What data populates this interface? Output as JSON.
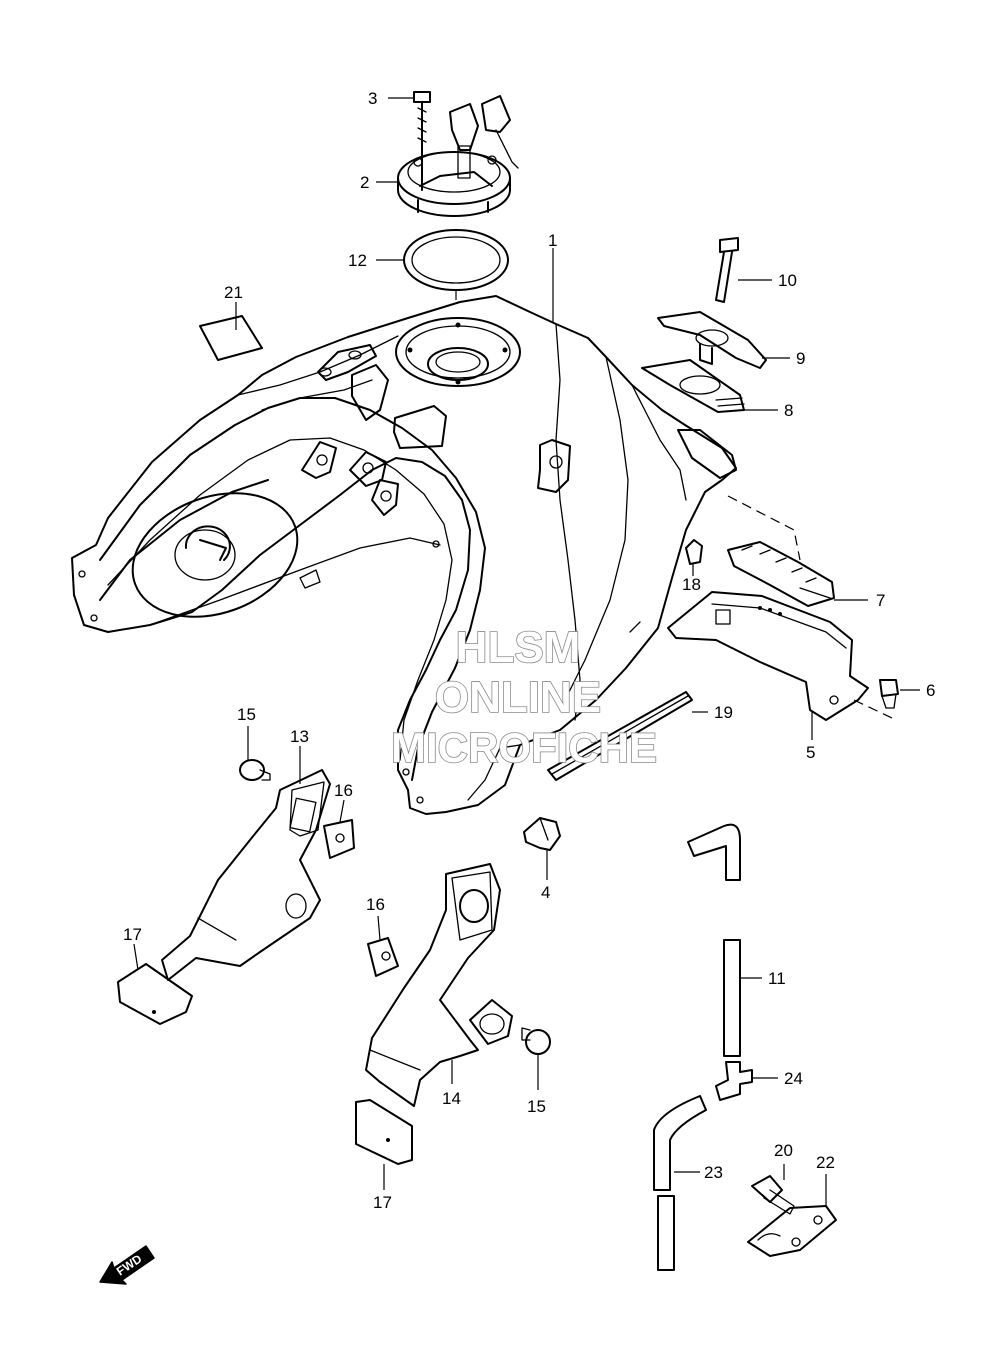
{
  "callouts": [
    {
      "label": "1"
    },
    {
      "label": "2"
    },
    {
      "label": "3"
    },
    {
      "label": "4"
    },
    {
      "label": "5"
    },
    {
      "label": "6"
    },
    {
      "label": "7"
    },
    {
      "label": "8"
    },
    {
      "label": "9"
    },
    {
      "label": "10"
    },
    {
      "label": "11"
    },
    {
      "label": "12"
    },
    {
      "label": "13"
    },
    {
      "label": "14"
    },
    {
      "label": "15"
    },
    {
      "label": "15"
    },
    {
      "label": "16"
    },
    {
      "label": "16"
    },
    {
      "label": "17"
    },
    {
      "label": "17"
    },
    {
      "label": "18"
    },
    {
      "label": "19"
    },
    {
      "label": "20"
    },
    {
      "label": "21"
    },
    {
      "label": "22"
    },
    {
      "label": "23"
    },
    {
      "label": "24"
    }
  ],
  "watermark": {
    "line1": "HLSM",
    "line2": "ONLINE",
    "line3": "MICROFICHE"
  },
  "direction_arrow": {
    "label": "FWD"
  },
  "colors": {
    "line": "#000000",
    "background": "#ffffff",
    "watermark_outline": "#8a8a8a"
  }
}
